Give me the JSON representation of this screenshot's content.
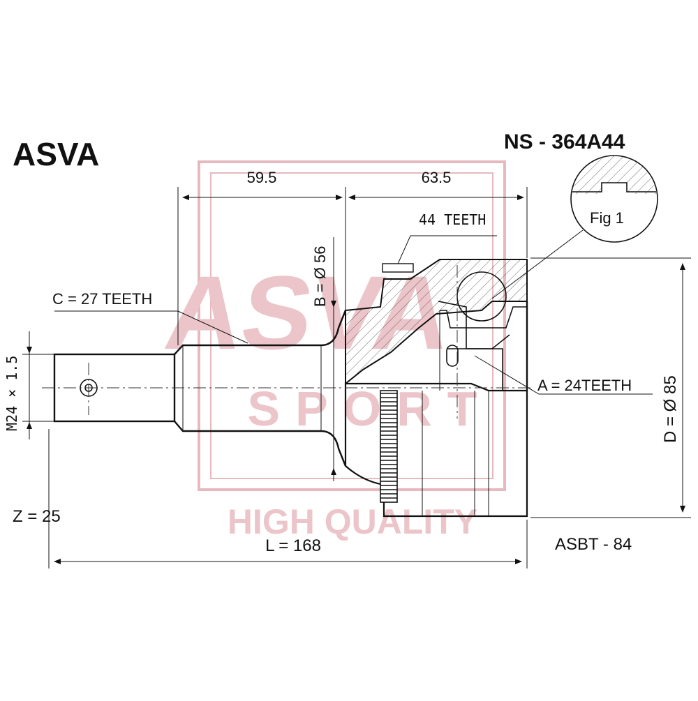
{
  "brand": "ASVA",
  "part_number": "NS - 364A44",
  "dimensions": {
    "length_left": "59.5",
    "length_right": "63.5",
    "outer_teeth": "44 TEETH",
    "b_diameter": "B = Ø 56",
    "c_teeth": "C = 27 TEETH",
    "thread": "M24 × 1.5",
    "a_teeth": "A = 24TEETH",
    "d_diameter": "D = Ø 85",
    "z": "Z = 25",
    "total_length": "L = 168",
    "abs_ring": "ASBT - 84"
  },
  "fig_label": "Fig 1",
  "watermark": {
    "logo_text": "ASVA",
    "sport_text": "SPORT",
    "quality_text": "HIGH QUALITY",
    "color": "#e6b9bf"
  },
  "colors": {
    "line": "#111111",
    "watermark": "#e6b9bf"
  }
}
